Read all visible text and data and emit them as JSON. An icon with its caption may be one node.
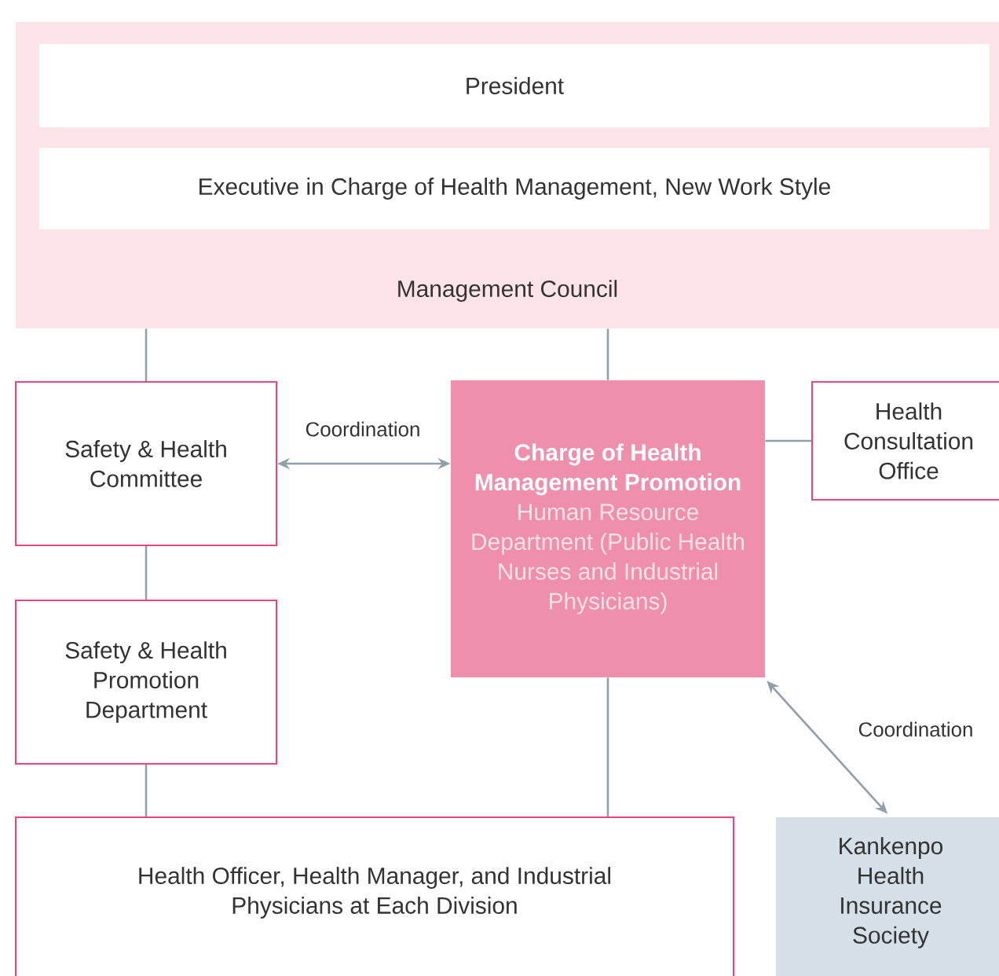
{
  "diagram": {
    "nodes": [
      {
        "text": [
          "Management Council"
        ]
      },
      {
        "text": [
          "President"
        ],
        "in": 0
      },
      {
        "text": [
          "Executive in Charge of Health Management, New Work Style"
        ],
        "in": 0
      },
      {
        "text": [
          "Safety & Health Committee"
        ]
      },
      {
        "text": [
          "Charge of Health Management Promotion",
          "Human Resource Department (Public Health Nurses and Industrial Physicians)"
        ]
      },
      {
        "text": [
          "Health Consultation Office"
        ]
      },
      {
        "text": [
          "Safety & Health Promotion Department"
        ]
      },
      {
        "text": [
          "Health Officer, Health Manager, and Industrial Physicians at Each Division"
        ]
      },
      {
        "text": [
          "Kankenpo Health Insurance Society"
        ]
      }
    ],
    "edges": [
      {
        "from": 0,
        "to": 3,
        "arrow": "none"
      },
      {
        "from": 0,
        "to": 4,
        "arrow": "none"
      },
      {
        "from": 3,
        "to": 4,
        "arrow": "both",
        "label": "Coordination"
      },
      {
        "from": 4,
        "to": 5,
        "arrow": "none"
      },
      {
        "from": 3,
        "to": 6,
        "arrow": "none"
      },
      {
        "from": 6,
        "to": 7,
        "arrow": "none"
      },
      {
        "from": 4,
        "to": 7,
        "arrow": "none"
      },
      {
        "from": 4,
        "to": 8,
        "arrow": "both",
        "label": "Coordination"
      }
    ]
  }
}
